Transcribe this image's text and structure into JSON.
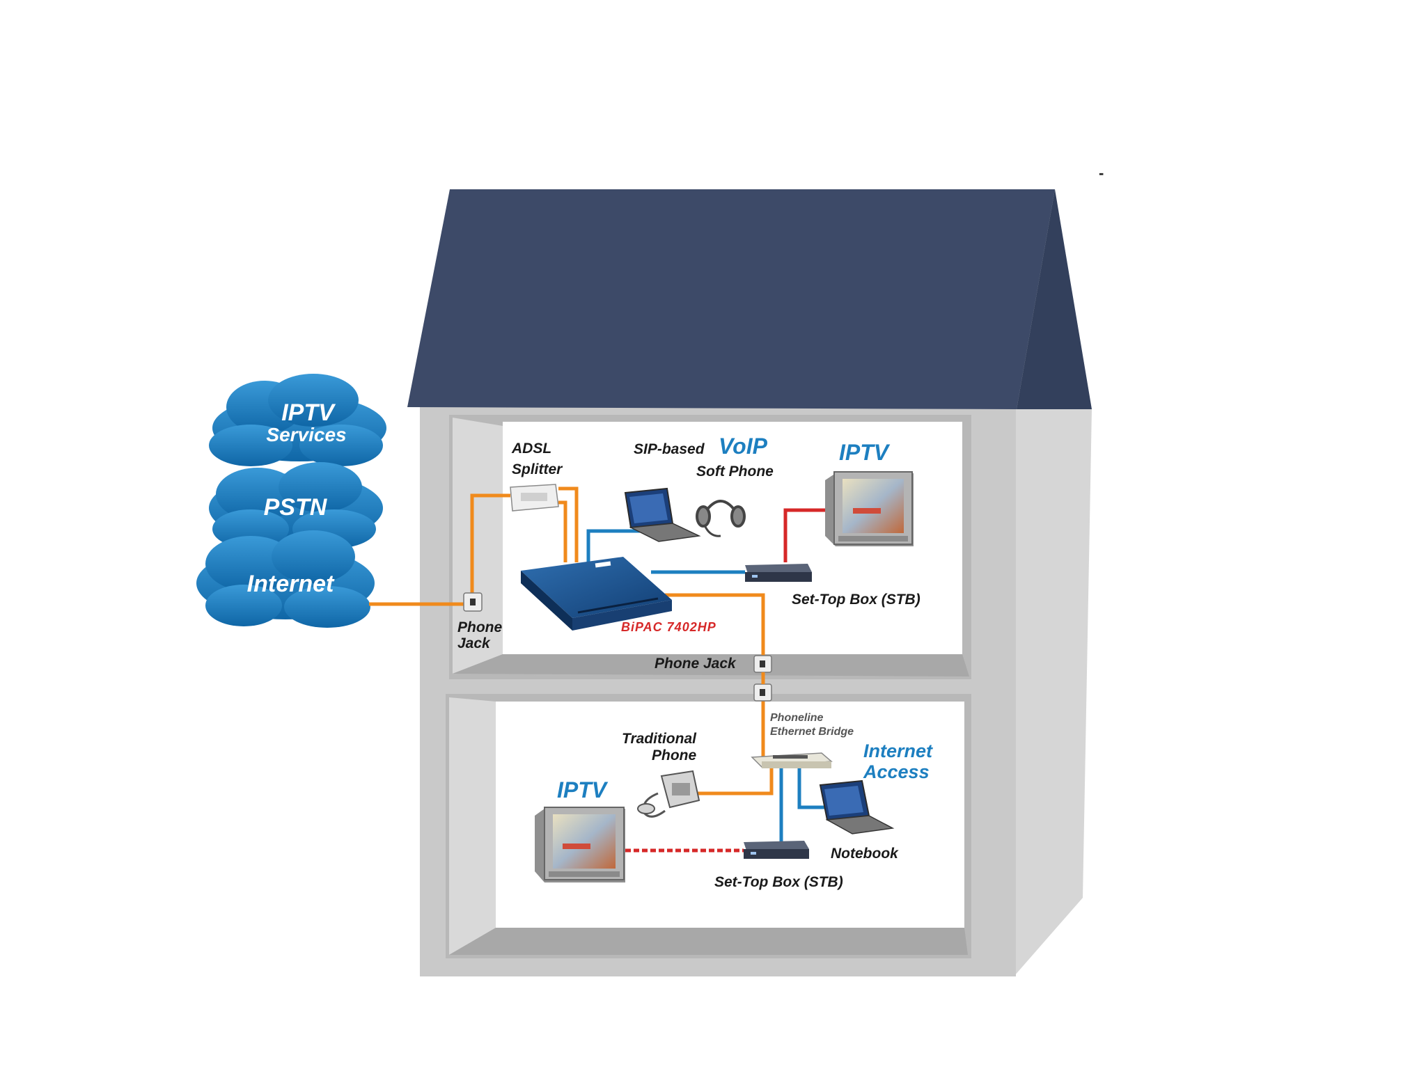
{
  "clouds": {
    "iptv_services_line1": "IPTV",
    "iptv_services_line2": "Services",
    "pstn": "PSTN",
    "internet": "Internet"
  },
  "upper_floor": {
    "adsl_splitter_line1": "ADSL",
    "adsl_splitter_line2": "Splitter",
    "voip_prefix": "SIP-based",
    "voip_word": "VoIP",
    "soft_phone": "Soft Phone",
    "iptv": "IPTV",
    "stb": "Set-Top Box (STB)",
    "router_model": "BiPAC 7402HP",
    "phone_jack_outside_line1": "Phone",
    "phone_jack_outside_line2": "Jack",
    "phone_jack_floor": "Phone Jack"
  },
  "lower_floor": {
    "bridge_line1": "Phoneline",
    "bridge_line2": "Ethernet Bridge",
    "traditional_phone_line1": "Traditional",
    "traditional_phone_line2": "Phone",
    "internet_access_line1": "Internet",
    "internet_access_line2": "Access",
    "iptv": "IPTV",
    "notebook": "Notebook",
    "stb": "Set-Top Box (STB)"
  },
  "stray_mark": "-",
  "colors": {
    "roof": "#3d4a68",
    "wall": "#c9c9c9",
    "cloud": "#1d7fc0",
    "phone_line": "#f08a1c",
    "ethernet_line": "#1d7fc0",
    "video_line": "#d62828"
  }
}
